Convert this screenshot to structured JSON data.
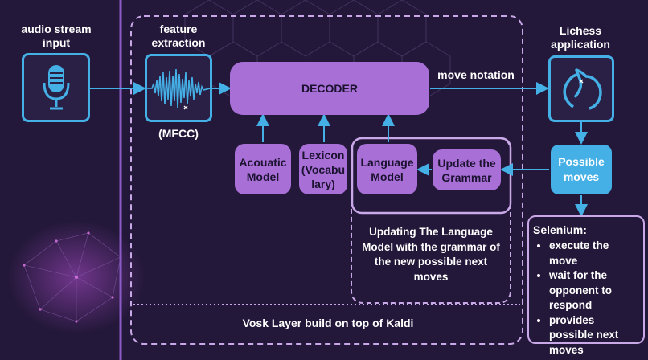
{
  "labels": {
    "audio_input": "audio stream input",
    "feature_extraction": "feature extraction",
    "mfcc": "(MFCC)",
    "decoder": "DECODER",
    "move_notation": "move notation",
    "lichess_app": "Lichess application",
    "possible_moves": "Possible moves",
    "acoustic_model": "Acouatic Model",
    "lexicon": "Lexicon (Vocabu lary)",
    "language_model": "Language Model",
    "update_grammar": "Update the Grammar",
    "update_desc": "Updating The Language Model with  the grammar of the new possible next moves",
    "vosk_layer": "Vosk Layer build on  top of Kaldi"
  },
  "selenium": {
    "title": "Selenium:",
    "items": [
      "execute  the move",
      "wait for the opponent to respond",
      "provides possible next moves"
    ]
  },
  "icons": [
    "microphone-icon",
    "waveform-icon",
    "lichess-horse-icon"
  ],
  "colors": {
    "background": "#24183a",
    "node_fill": "#a86fd6",
    "accent_blue": "#45b0e6",
    "dashed_border": "#c9a8e8"
  }
}
